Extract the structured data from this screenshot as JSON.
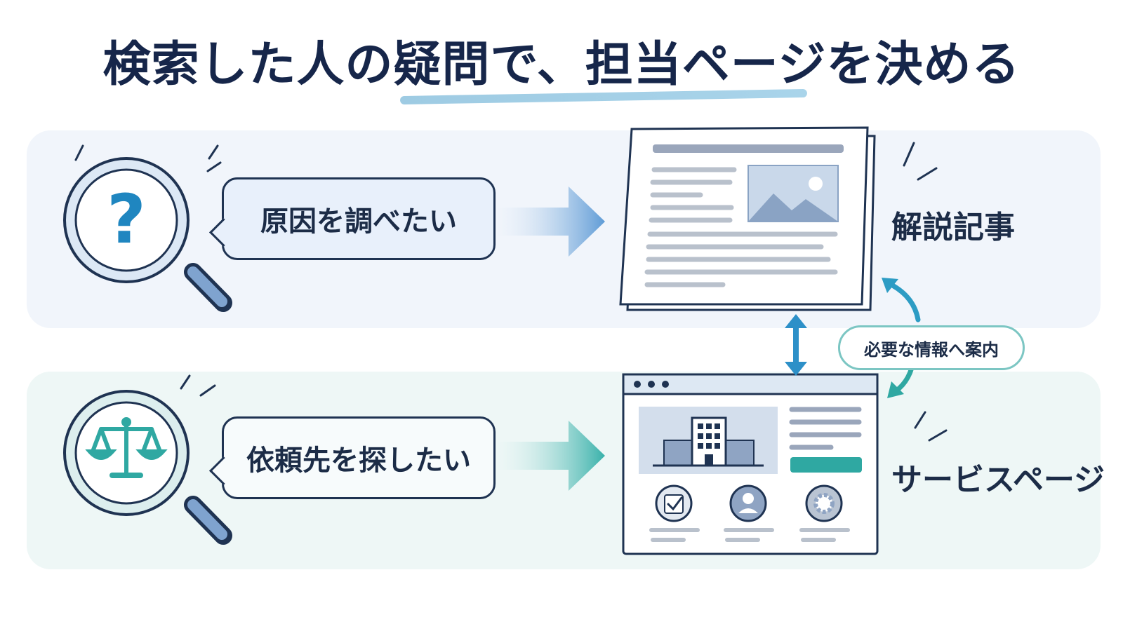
{
  "title": "検索した人の疑問で、担当ページを決める",
  "colors": {
    "navy": "#1f3352",
    "blue_accent": "#2d90c8",
    "teal_accent": "#2fa8a2",
    "panel_blue": "#f1f5fb",
    "panel_teal": "#eef7f6",
    "gray_line": "#b9c1cc"
  },
  "top_row": {
    "icon": "magnifier-question-icon",
    "question": "原因を調べたい",
    "destination_label": "解説記事",
    "destination_icon": "article-document-icon"
  },
  "bottom_row": {
    "icon": "magnifier-scales-icon",
    "question": "依頼先を探したい",
    "destination_label": "サービスページ",
    "destination_icon": "service-webpage-icon"
  },
  "connector": {
    "label": "必要な情報へ案内"
  },
  "service_page_icons": [
    "checkbox-icon",
    "person-icon",
    "gear-icon"
  ]
}
